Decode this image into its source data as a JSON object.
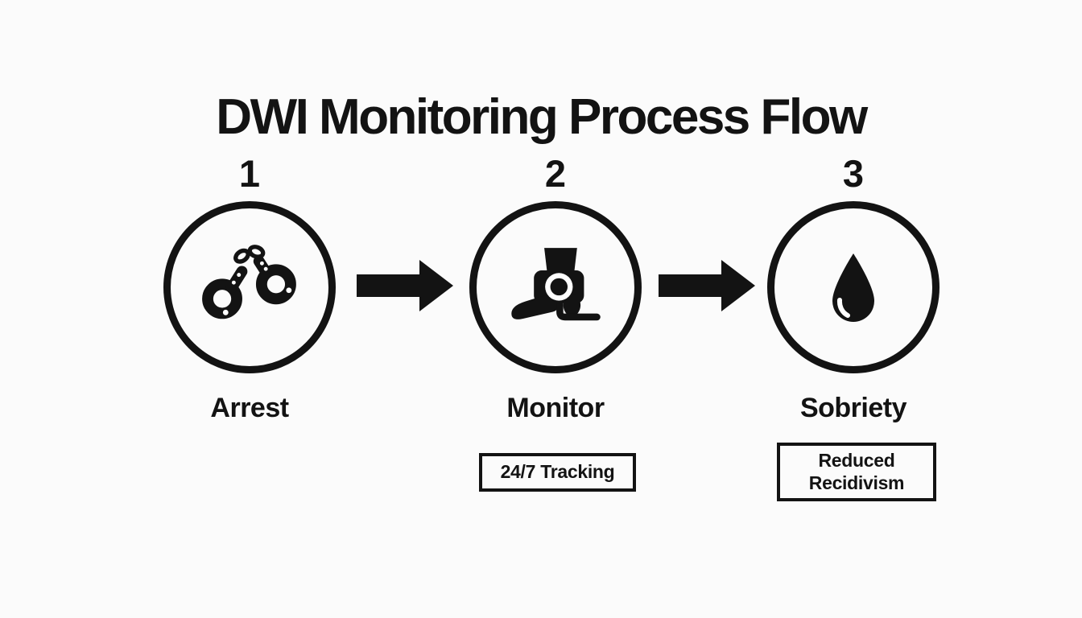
{
  "title": "DWI Monitoring Process Flow",
  "colors": {
    "ink": "#131313",
    "background": "#fbfbfb"
  },
  "steps": [
    {
      "number": "1",
      "label": "Arrest",
      "icon": "handcuffs-icon"
    },
    {
      "number": "2",
      "label": "Monitor",
      "icon": "ankle-monitor-icon",
      "callout": "24/7 Tracking"
    },
    {
      "number": "3",
      "label": "Sobriety",
      "icon": "water-drop-icon",
      "callout": "Reduced Recidivism"
    }
  ],
  "connectors": [
    {
      "icon": "arrow-right-icon"
    },
    {
      "icon": "arrow-right-icon"
    }
  ]
}
